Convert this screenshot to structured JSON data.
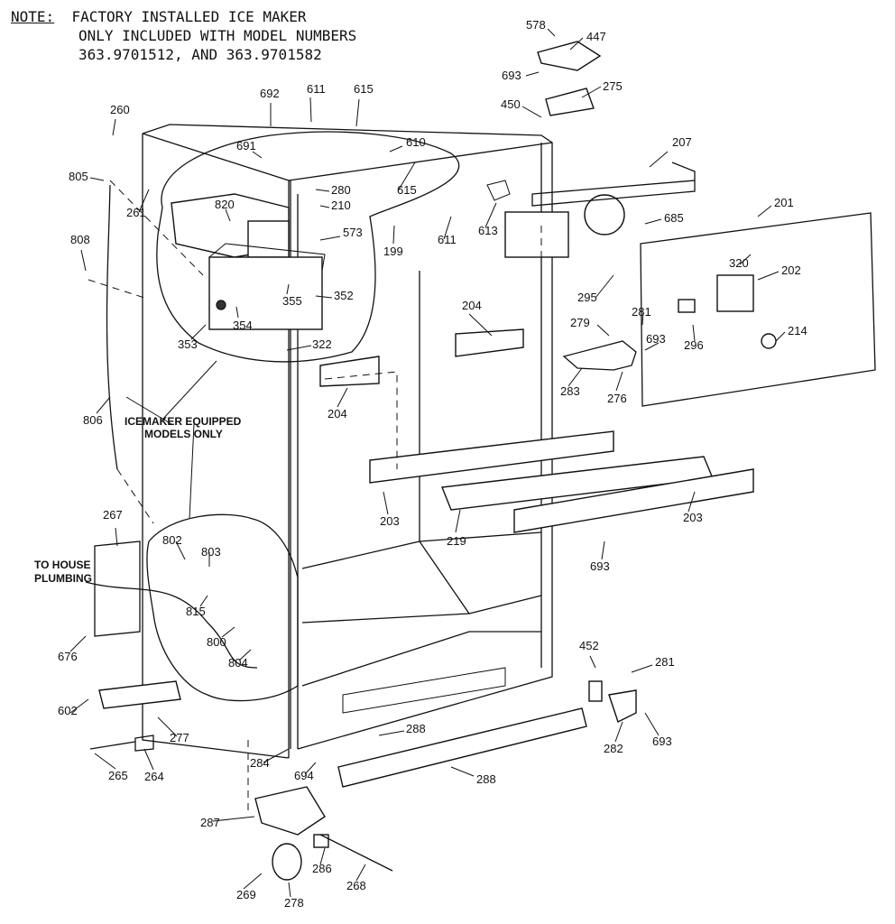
{
  "note": {
    "label": "NOTE:",
    "line1": "FACTORY INSTALLED ICE MAKER",
    "line2": "ONLY INCLUDED WITH MODEL NUMBERS",
    "line3": "363.9701512, AND 363.9701582"
  },
  "callouts": {
    "icemaker_equipped_1": "ICEMAKER EQUIPPED",
    "icemaker_equipped_2": "MODELS ONLY",
    "to_house_1": "TO HOUSE",
    "to_house_2": "PLUMBING"
  },
  "parts": [
    {
      "num": "578"
    },
    {
      "num": "447"
    },
    {
      "num": "693"
    },
    {
      "num": "275"
    },
    {
      "num": "450"
    },
    {
      "num": "207"
    },
    {
      "num": "692"
    },
    {
      "num": "611"
    },
    {
      "num": "615"
    },
    {
      "num": "260"
    },
    {
      "num": "691"
    },
    {
      "num": "610"
    },
    {
      "num": "805"
    },
    {
      "num": "280"
    },
    {
      "num": "615"
    },
    {
      "num": "261"
    },
    {
      "num": "820"
    },
    {
      "num": "210"
    },
    {
      "num": "611"
    },
    {
      "num": "613"
    },
    {
      "num": "685"
    },
    {
      "num": "201"
    },
    {
      "num": "808"
    },
    {
      "num": "573"
    },
    {
      "num": "199"
    },
    {
      "num": "320"
    },
    {
      "num": "202"
    },
    {
      "num": "355"
    },
    {
      "num": "352"
    },
    {
      "num": "295"
    },
    {
      "num": "204"
    },
    {
      "num": "281"
    },
    {
      "num": "354"
    },
    {
      "num": "279"
    },
    {
      "num": "693"
    },
    {
      "num": "296"
    },
    {
      "num": "214"
    },
    {
      "num": "353"
    },
    {
      "num": "322"
    },
    {
      "num": "283"
    },
    {
      "num": "276"
    },
    {
      "num": "204"
    },
    {
      "num": "806"
    },
    {
      "num": "203"
    },
    {
      "num": "219"
    },
    {
      "num": "203"
    },
    {
      "num": "693"
    },
    {
      "num": "267"
    },
    {
      "num": "802"
    },
    {
      "num": "803"
    },
    {
      "num": "815"
    },
    {
      "num": "800"
    },
    {
      "num": "804"
    },
    {
      "num": "676"
    },
    {
      "num": "452"
    },
    {
      "num": "281"
    },
    {
      "num": "602"
    },
    {
      "num": "277"
    },
    {
      "num": "288"
    },
    {
      "num": "282"
    },
    {
      "num": "693"
    },
    {
      "num": "265"
    },
    {
      "num": "264"
    },
    {
      "num": "284"
    },
    {
      "num": "694"
    },
    {
      "num": "288"
    },
    {
      "num": "287"
    },
    {
      "num": "286"
    },
    {
      "num": "268"
    },
    {
      "num": "269"
    },
    {
      "num": "278"
    }
  ]
}
